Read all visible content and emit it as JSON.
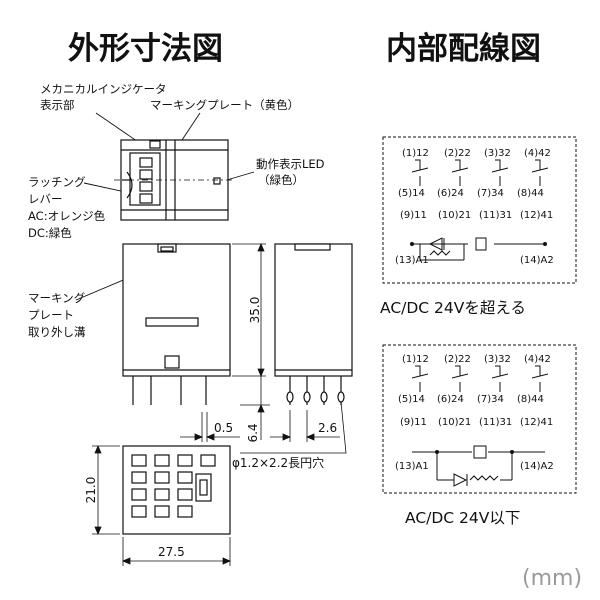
{
  "titles": {
    "dimensions": "外形寸法図",
    "wiring": "内部配線図"
  },
  "labels": {
    "indicator_1": "メカニカルインジケータ",
    "indicator_2": "表示部",
    "marking_plate": "マーキングプレート（黄色）",
    "led_1": "動作表示LED",
    "led_2": "（緑色）",
    "latch_1": "ラッチング",
    "latch_2": "レバー",
    "latch_3": "AC:オレンジ色",
    "latch_4": "DC:緑色",
    "groove_1": "マーキング",
    "groove_2": "プレート",
    "groove_3": "取り外し溝"
  },
  "dimensions": {
    "height": "35.0",
    "pin_offset": "0.5",
    "pin_len": "6.4",
    "pin_pitch": "2.6",
    "slot": "φ1.2×2.2長円穴",
    "depth": "21.0",
    "width": "27.5"
  },
  "wiring_top": {
    "row1": [
      "(1)12",
      "(2)22",
      "(3)32",
      "(4)42"
    ],
    "row2": [
      "(5)14",
      "(6)24",
      "(7)34",
      "(8)44"
    ],
    "row3": [
      "(9)11",
      "(10)21",
      "(11)31",
      "(12)41"
    ],
    "coil_left": "(13)A1",
    "coil_right": "(14)A2",
    "caption": "AC/DC 24Vを超える"
  },
  "wiring_bottom": {
    "row1": [
      "(1)12",
      "(2)22",
      "(3)32",
      "(4)42"
    ],
    "row2": [
      "(5)14",
      "(6)24",
      "(7)34",
      "(8)44"
    ],
    "row3": [
      "(9)11",
      "(10)21",
      "(11)31",
      "(12)41"
    ],
    "coil_left": "(13)A1",
    "coil_right": "(14)A2",
    "caption": "AC/DC 24V以下"
  },
  "unit_label": "(mm)"
}
